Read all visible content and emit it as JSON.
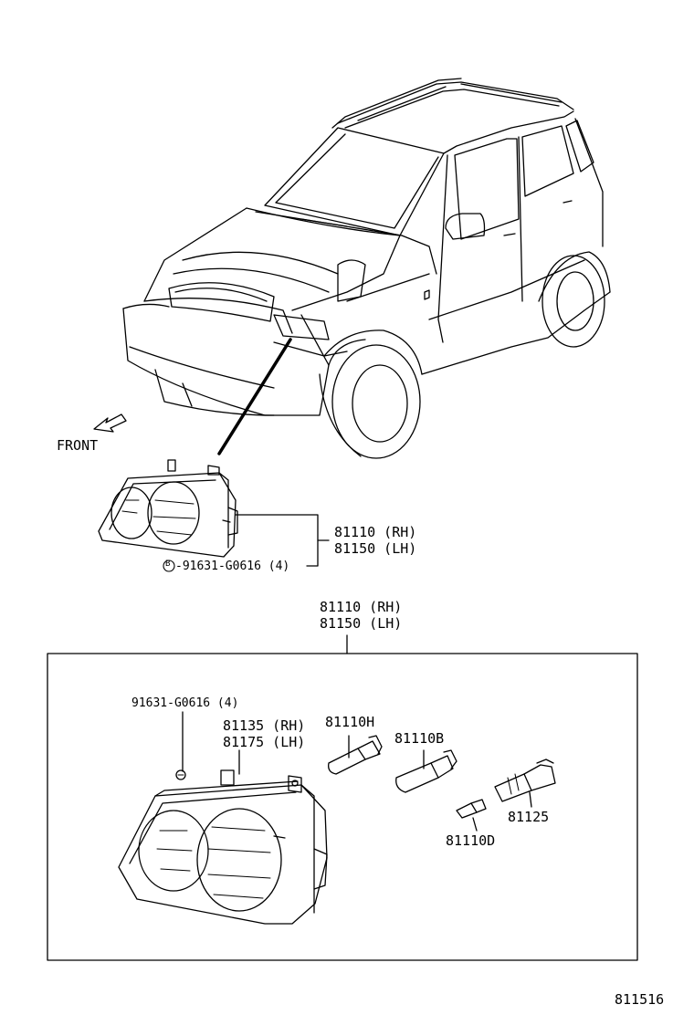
{
  "upper_callout": {
    "direction": "FRONT",
    "part_rh": "81110 (RH)",
    "part_lh": "81150 (LH)",
    "screw_symbol": "B",
    "screw_part": "-91631-G0616 (4)"
  },
  "assembly": {
    "part_rh": "81110 (RH)",
    "part_lh": "81150 (LH)",
    "screw": "91631-G0616 (4)",
    "housing_rh": "81135 (RH)",
    "housing_lh": "81175 (LH)",
    "bulb_h": "81110H",
    "bulb_b": "81110B",
    "bulb_d": "81110D",
    "socket": "81125"
  },
  "figure_id": "811516"
}
